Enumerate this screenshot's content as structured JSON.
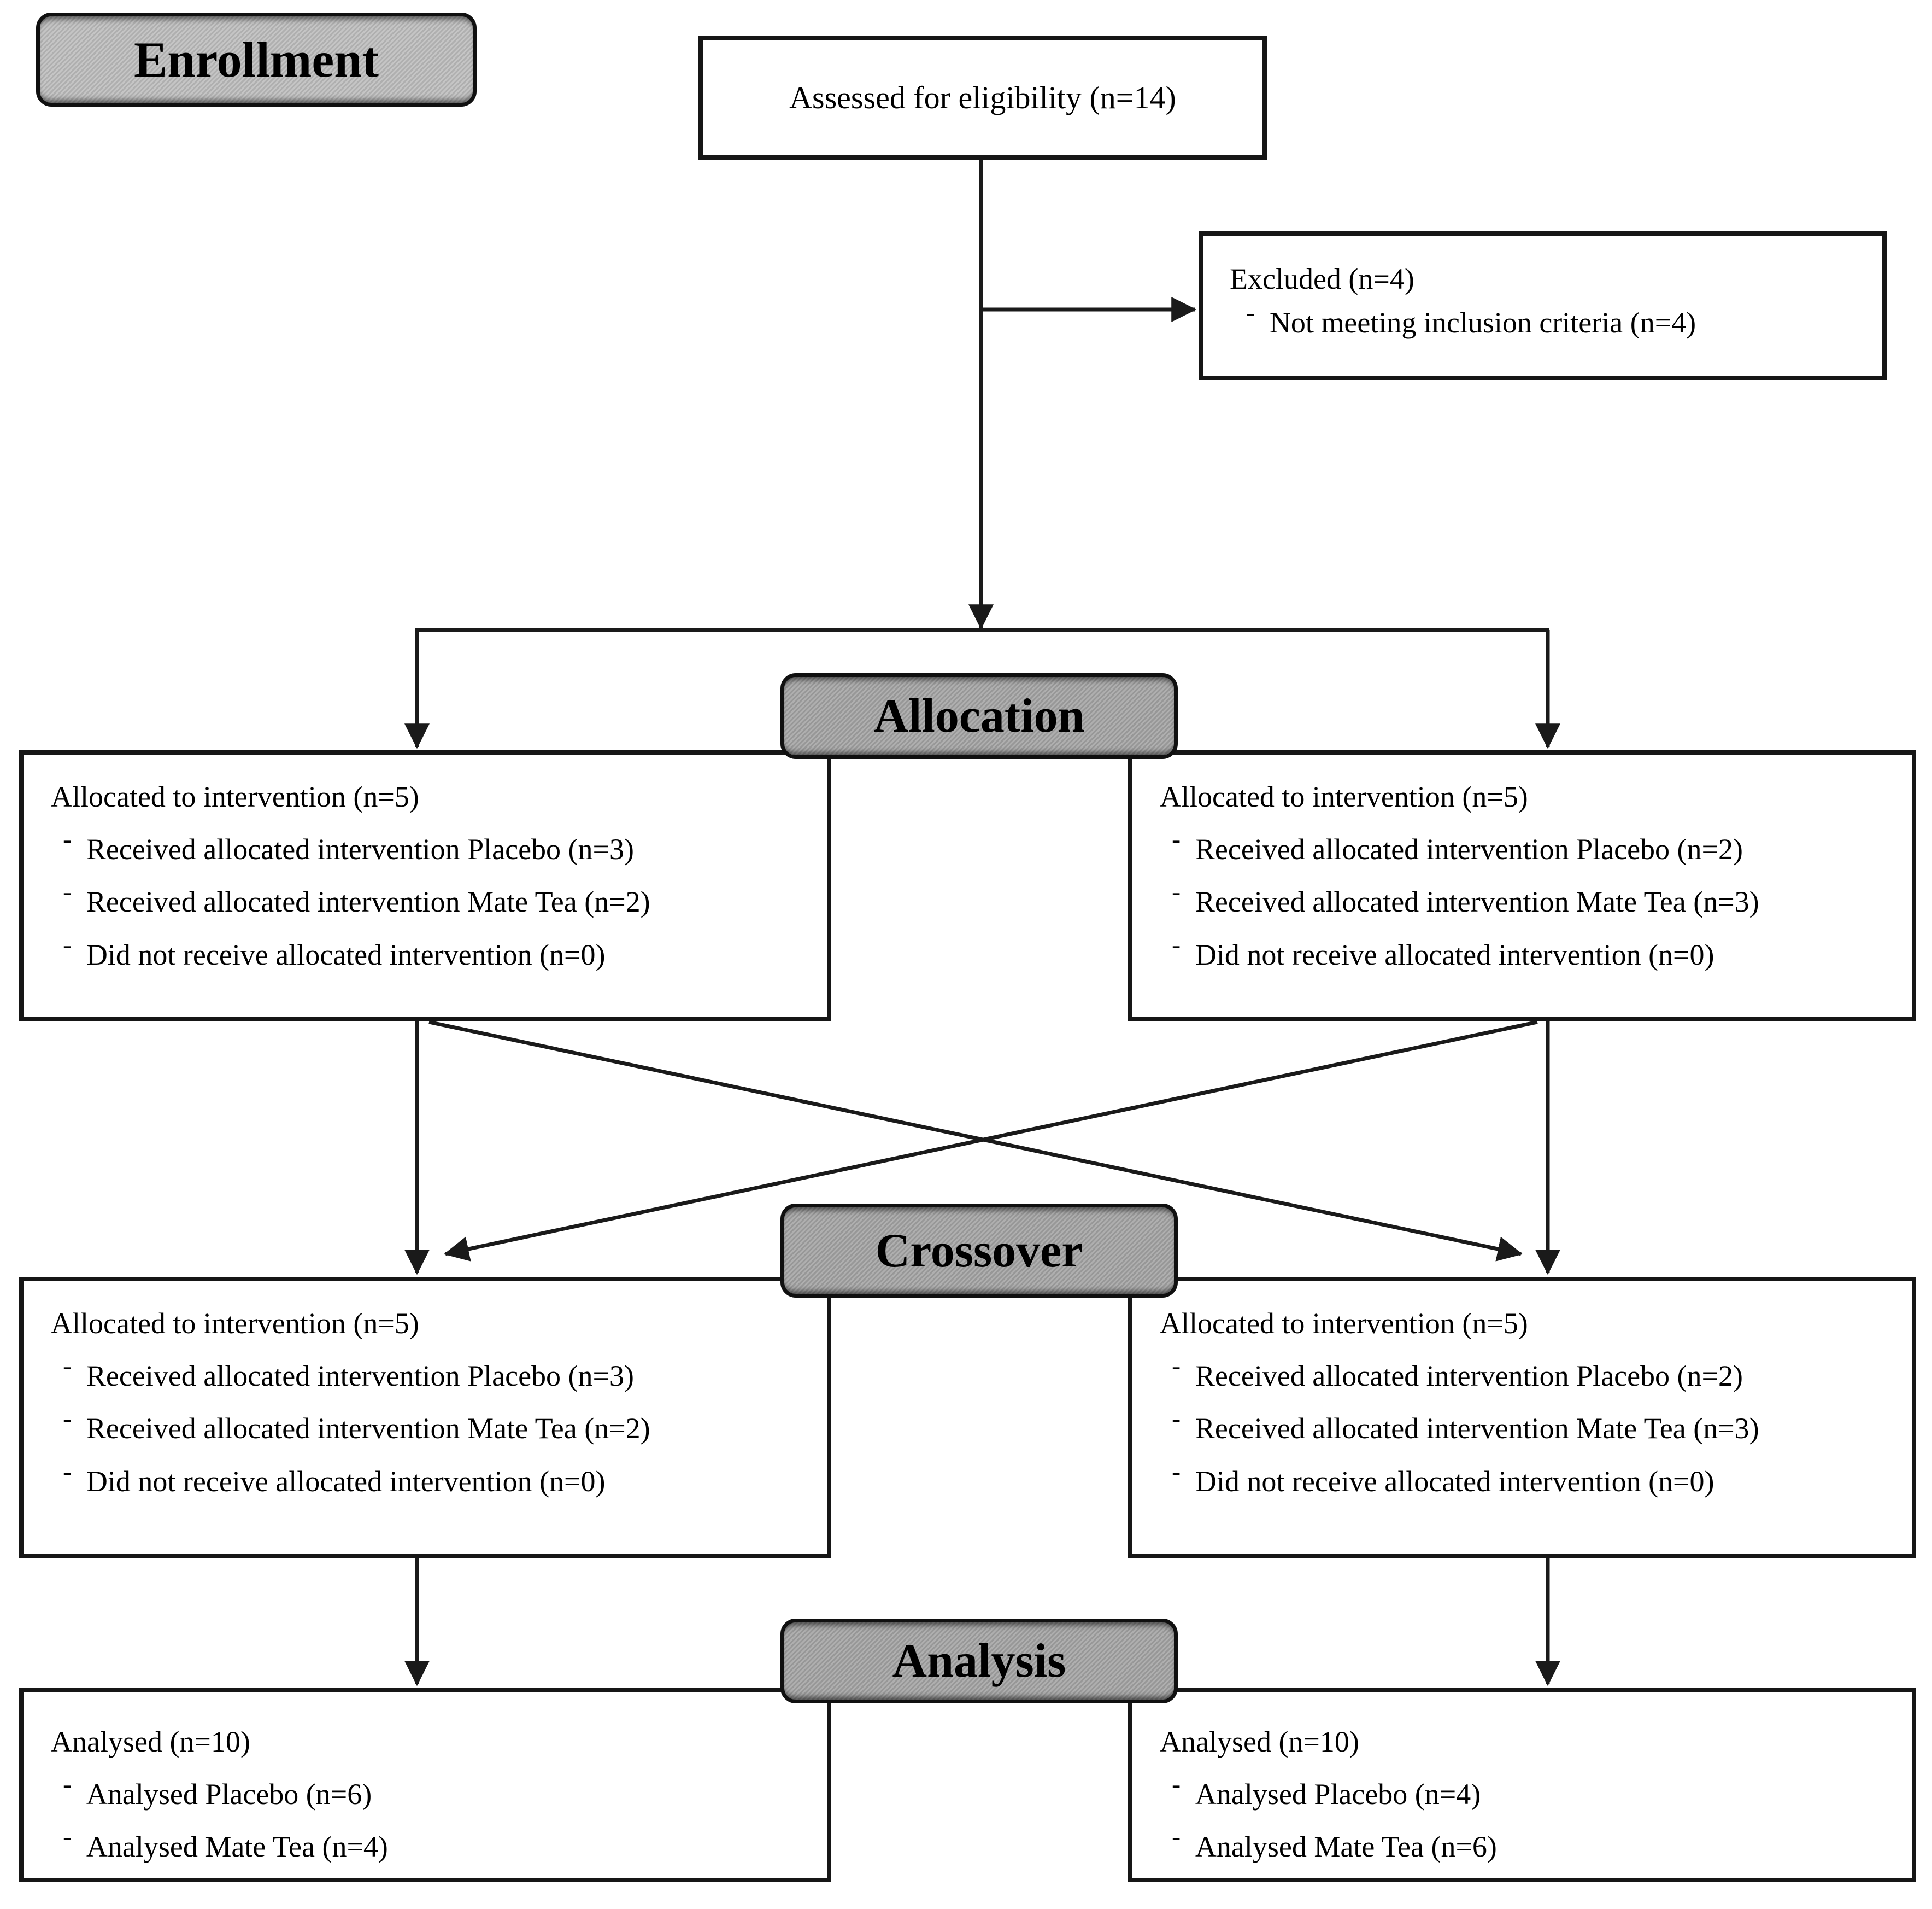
{
  "stages": {
    "enrollment": "Enrollment",
    "allocation": "Allocation",
    "crossover": "Crossover",
    "analysis": "Analysis"
  },
  "eligibility": {
    "text": "Assessed for eligibility  (n=14)"
  },
  "excluded": {
    "title": "Excluded  (n=4)",
    "items": [
      "Not meeting  inclusion criteria  (n=4)"
    ]
  },
  "allocation_left": {
    "title": "Allocated to intervention (n=5)",
    "items": [
      "Received allocated intervention Placebo (n=3)",
      "Received allocated intervention Mate Tea (n=2)",
      "Did not receive allocated intervention (n=0)"
    ]
  },
  "allocation_right": {
    "title": "Allocated to intervention (n=5)",
    "items": [
      "Received allocated intervention Placebo (n=2)",
      "Received allocated intervention Mate Tea (n=3)",
      "Did not receive allocated intervention (n=0)"
    ]
  },
  "crossover_left": {
    "title": "Allocated to intervention (n=5)",
    "items": [
      "Received allocated intervention Placebo (n=3)",
      "Received allocated intervention Mate Tea (n=2)",
      "Did not receive allocated intervention (n=0)"
    ]
  },
  "crossover_right": {
    "title": "Allocated to intervention (n=5)",
    "items": [
      "Received allocated intervention Placebo (n=2)",
      "Received allocated intervention Mate Tea (n=3)",
      "Did not receive allocated intervention (n=0)"
    ]
  },
  "analysis_left": {
    "title": "Analysed (n=10)",
    "items": [
      "Analysed Placebo (n=6)",
      "Analysed Mate Tea (n=4)"
    ]
  },
  "analysis_right": {
    "title": "Analysed (n=10)",
    "items": [
      "Analysed Placebo (n=4)",
      "Analysed Mate Tea (n=6)"
    ]
  },
  "colors": {
    "line": "#1a1a1a",
    "stage_fill": "#a2a2a2",
    "enrollment_fill": "#bcbcbc",
    "box_border": "#161616"
  }
}
